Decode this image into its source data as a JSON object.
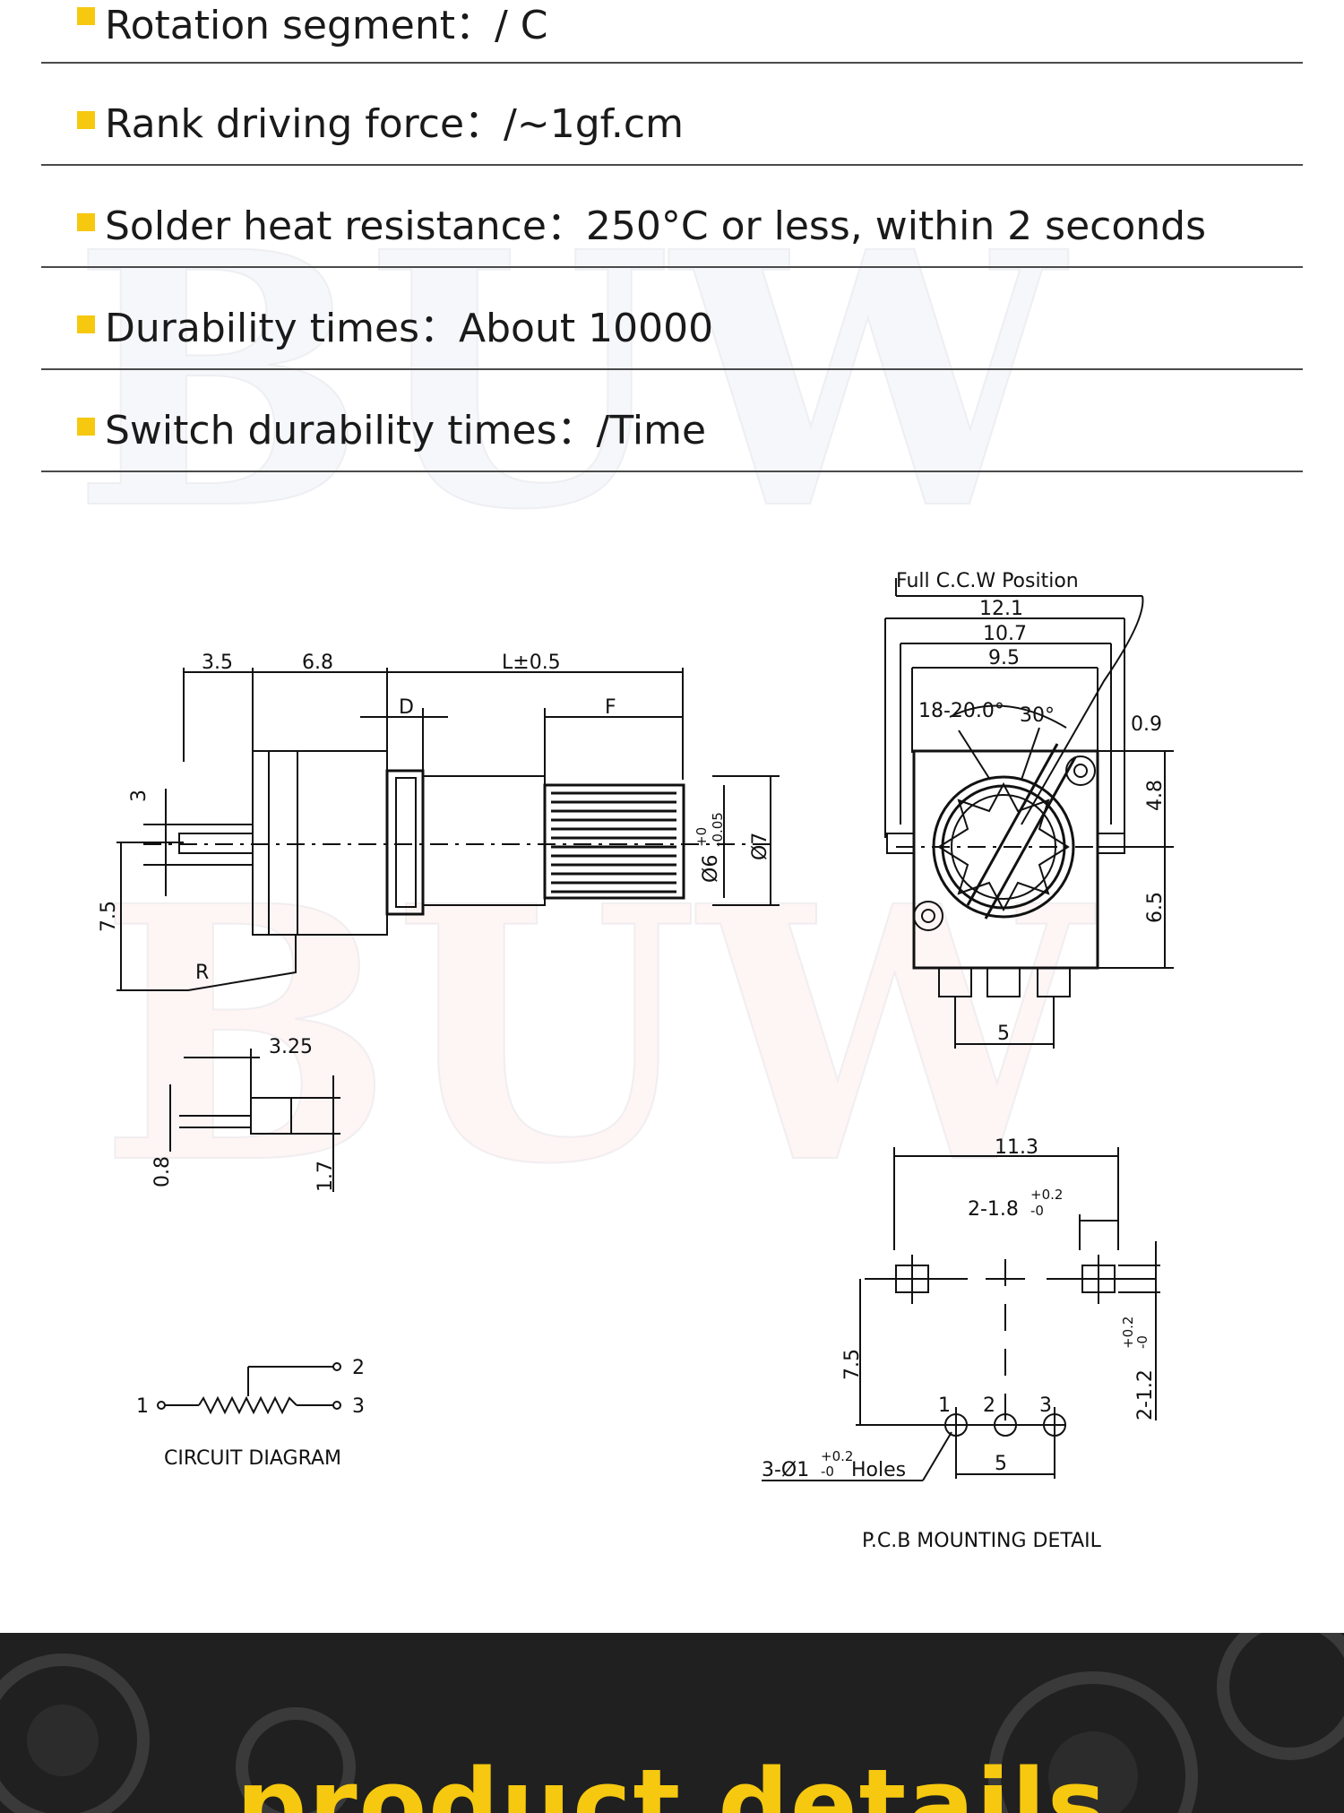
{
  "specs": [
    {
      "label": "Rotation segment：/ C"
    },
    {
      "label": "Rank driving force：/~1gf.cm"
    },
    {
      "label": "Solder heat resistance：250°C or less, within 2 seconds"
    },
    {
      "label": "Durability times：About 10000"
    },
    {
      "label": "Switch durability times：/Time"
    }
  ],
  "watermark": {
    "text": "BUW"
  },
  "drawing": {
    "side": {
      "d1": "3.5",
      "d2": "6.8",
      "d3": "L±0.5",
      "d4": "D",
      "d5": "F",
      "d6": "3",
      "d7": "7.5",
      "d8": "R",
      "d9": "3.25",
      "d10": "0.8",
      "d11": "1.7",
      "d12": "Ø6",
      "d13": "+0",
      "d14": "-0.05",
      "d15": "Ø7"
    },
    "front": {
      "title": "Full C.C.W Position",
      "d1": "12.1",
      "d2": "10.7",
      "d3": "9.5",
      "d4": "18-20.0°",
      "d5": "30°",
      "d6": "0.9",
      "d7": "4.8",
      "d8": "6.5",
      "d9": "5"
    },
    "circuit": {
      "p1": "1",
      "p2": "2",
      "p3": "3",
      "caption": "CIRCUIT DIAGRAM"
    },
    "pcb": {
      "d1": "11.3",
      "d2": "2-1.8",
      "d3": "+0.2",
      "d4": "-0",
      "d5": "7.5",
      "d6": "2-1.2",
      "d7": "+0.2",
      "d8": "-0",
      "p1": "1",
      "p2": "2",
      "p3": "3",
      "holes": "3-Ø1",
      "holes_tol": "+0.2",
      "holes_tol2": "-0",
      "holes_suffix": "Holes",
      "d9": "5",
      "caption": "P.C.B MOUNTING DETAIL"
    }
  },
  "banner": {
    "title": "product details"
  }
}
